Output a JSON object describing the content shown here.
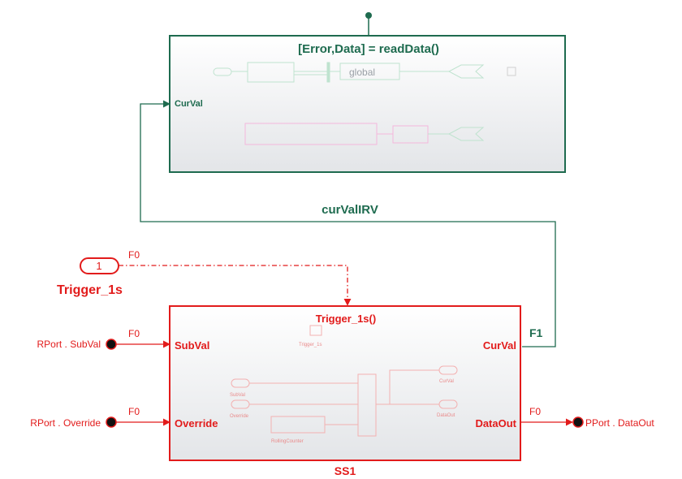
{
  "colors": {
    "green": "#1e6b4f",
    "red": "#e21b1b",
    "faint_green": "#bfe3cf",
    "faint_pink": "#f4b7dc",
    "faint_red": "#f3b1b1"
  },
  "top_block": {
    "title": "[Error,Data] = readData()",
    "in_port": "CurVal",
    "inner_label": "global"
  },
  "connector_label": "curValIRV",
  "trigger": {
    "port_number": "1",
    "name": "Trigger_1s",
    "signal_label": "F0"
  },
  "ss1": {
    "name": "SS1",
    "trigger_title": "Trigger_1s()",
    "ports_in": [
      "SubVal",
      "Override"
    ],
    "ports_out": [
      "CurVal",
      "DataOut"
    ],
    "output_signal_label": "F1",
    "inner": {
      "trigger_label": "Trigger_1s",
      "in_labels": [
        "SubVal",
        "Override"
      ],
      "out_labels": [
        "CurVal",
        "DataOut"
      ],
      "block_label": "RollingCounter"
    }
  },
  "rports": [
    {
      "label": "RPort . SubVal",
      "signal_label": "F0"
    },
    {
      "label": "RPort . Override",
      "signal_label": "F0"
    }
  ],
  "pport": {
    "label": "PPort . DataOut",
    "signal_label": "F0"
  }
}
